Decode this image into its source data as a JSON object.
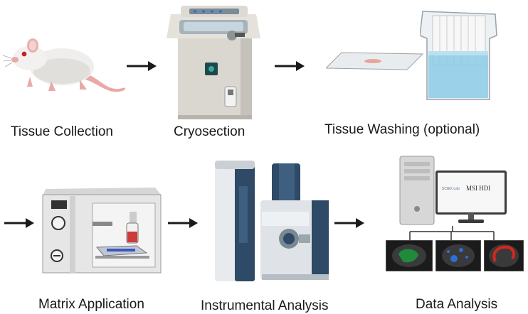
{
  "steps": [
    {
      "id": "collection",
      "label": "Tissue Collection"
    },
    {
      "id": "cryosection",
      "label": "Cryosection"
    },
    {
      "id": "washing",
      "label": "Tissue Washing (optional)"
    },
    {
      "id": "matrix",
      "label": "Matrix Application"
    },
    {
      "id": "instrument",
      "label": "Instrumental Analysis"
    },
    {
      "id": "data",
      "label": "Data Analysis"
    }
  ],
  "monitor": {
    "logo_text": "MSI HDI",
    "small_text": "SCIEX Lab"
  },
  "colors": {
    "arrow": "#1a1a1a",
    "instrument_blue": "#2e4a66",
    "wash_liquid": "#8ccbe6",
    "heat_green": "#1f8a3a",
    "heat_blue": "#2d6fd6",
    "heat_red": "#d8261c"
  }
}
